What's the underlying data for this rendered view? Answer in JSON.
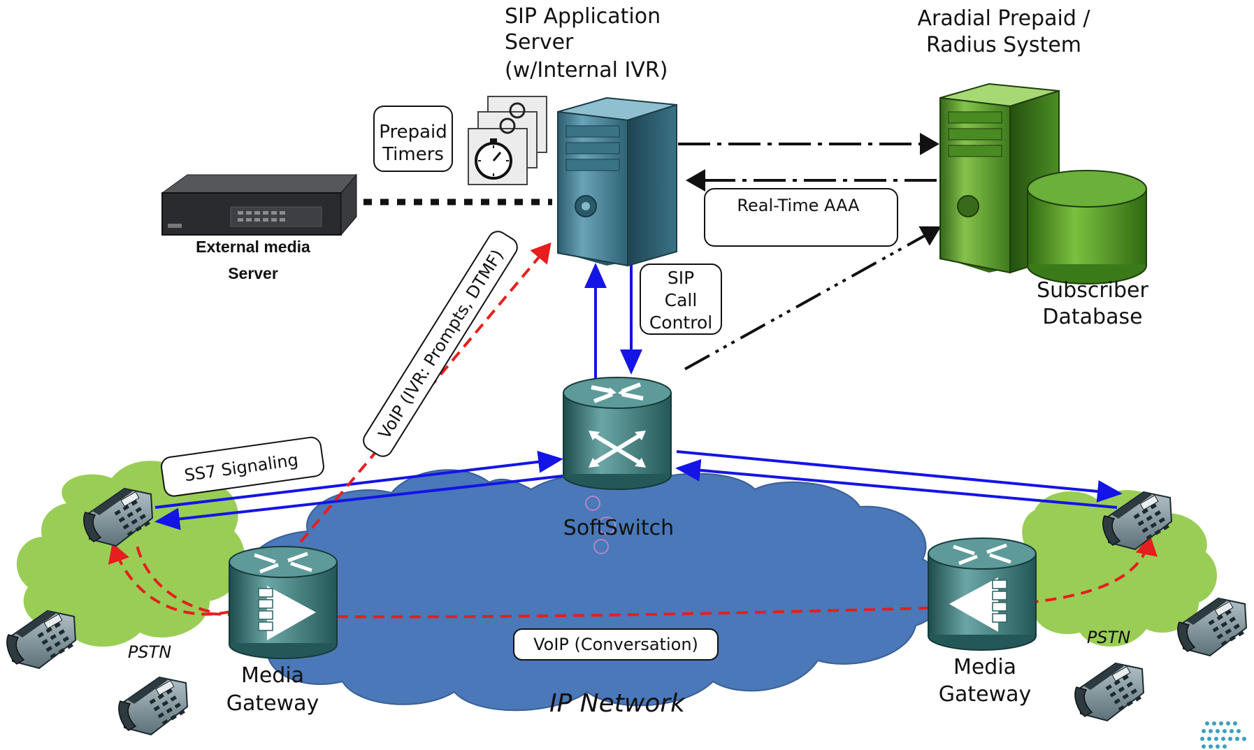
{
  "labels": {
    "sip_server": [
      "SIP Application",
      "Server",
      "(w/Internal IVR)"
    ],
    "radius_system": [
      "Aradial Prepaid /",
      "Radius System"
    ],
    "prepaid_timers": [
      "Prepaid",
      "Timers"
    ],
    "external_media_server": [
      "External media",
      "Server"
    ],
    "real_time_aaa": "Real-Time AAA",
    "sip_call_control": [
      "SIP",
      "Call",
      "Control"
    ],
    "subscriber_database": [
      "Subscriber",
      "Database"
    ],
    "voip_ivr": "VoIP (IVR: Prompts, DTMF)",
    "ss7_signaling": "SS7 Signaling",
    "softswitch": "SoftSwitch",
    "media_gateway_left": [
      "Media",
      "Gateway"
    ],
    "media_gateway_right": [
      "Media",
      "Gateway"
    ],
    "voip_conversation": "VoIP (Conversation)",
    "ip_network": "IP Network",
    "pstn_left": "PSTN",
    "pstn_right": "PSTN"
  },
  "colors": {
    "ip_cloud": "#4a78b8",
    "pstn_cloud": "#9acd55",
    "signaling_line": "#1414e6",
    "voip_line": "#e61e1e",
    "aaa_line": "#111111",
    "sip_server": "#4e8aa0",
    "radius_server": "#5e9e2a",
    "router": "#3f8080"
  },
  "icons": [
    "stopwatch-icon",
    "phone-icon",
    "router-icon",
    "server-tower-icon",
    "database-cylinder-icon",
    "rack-media-server-icon"
  ]
}
